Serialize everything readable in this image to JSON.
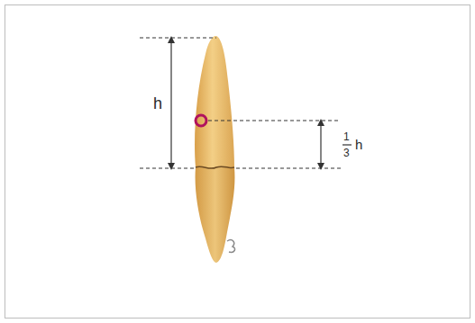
{
  "diagram": {
    "labels": [
      "h",
      "1",
      "3",
      "h"
    ]
  }
}
